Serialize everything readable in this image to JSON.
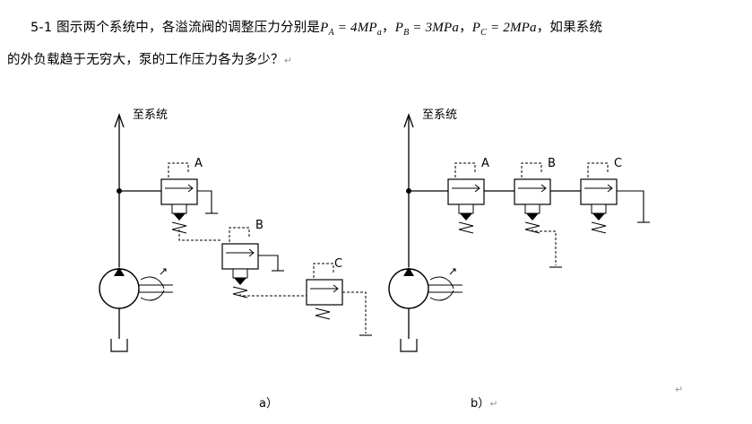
{
  "question": {
    "number": "5-1",
    "text_lead": "图示两个系统中，各溢流阀的调整压力分别是",
    "p_a": "P",
    "p_a_sub": "A",
    "p_a_value": " = 4MP",
    "p_a_tail": "a",
    "sep1": "，",
    "p_b": "P",
    "p_b_sub": "B",
    "p_b_value": " = 3MPa",
    "sep2": "，",
    "p_c": "P",
    "p_c_sub": "C",
    "p_c_value": " = 2MPa",
    "text_tail": "，如果系统",
    "line2": "的外负载趋于无穷大，泵的工作压力各为多少？",
    "para_mark": "↵"
  },
  "figure_a": {
    "to_system": "至系统",
    "valve_a": "A",
    "valve_b": "B",
    "valve_c": "C",
    "caption": "a）"
  },
  "figure_b": {
    "to_system": "至系统",
    "valve_a": "A",
    "valve_b": "B",
    "valve_c": "C",
    "caption": "b）",
    "para_mark": "↵"
  },
  "corner_mark": "↵"
}
